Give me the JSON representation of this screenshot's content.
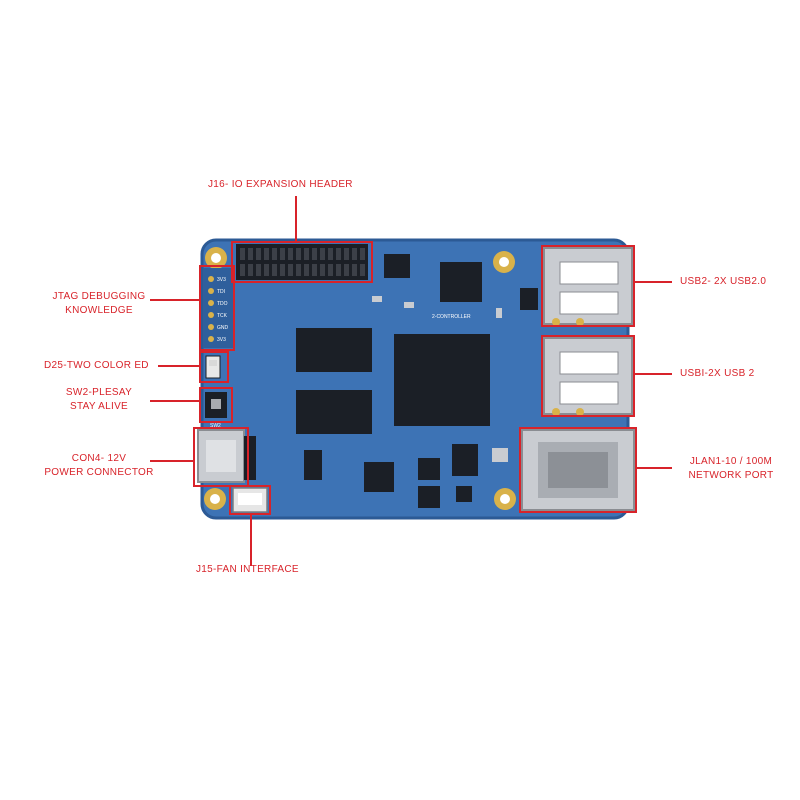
{
  "colors": {
    "callout": "#d8232a",
    "pcb": "#3d73b5",
    "pcb_dark": "#2c5a95",
    "chip": "#1b1f26",
    "metal": "#c9ccd1",
    "gold": "#d9b24a"
  },
  "callouts": {
    "io_header": {
      "line1": "J16- IO EXPANSION HEADER"
    },
    "jtag": {
      "line1": "JTAG DEBUGGING",
      "line2": "KNOWLEDGE"
    },
    "led": {
      "line1": "D25-TWO COLOR ED"
    },
    "switch": {
      "line1": "SW2-PLESAY",
      "line2": "STAY ALIVE"
    },
    "power": {
      "line1": "CON4- 12V",
      "line2": "POWER CONNECTOR"
    },
    "fan": {
      "line1": "J15-FAN INTERFACE"
    },
    "usb2": {
      "line1": "USB2- 2X USB2.0"
    },
    "usb1": {
      "line1": "USBI-2X USB 2"
    },
    "lan": {
      "line1": "JLAN1-10 / 100M",
      "line2": "NETWORK PORT"
    }
  },
  "jtag_pins": [
    "3V3",
    "TDI",
    "TDO",
    "TCK",
    "GND",
    "3V3"
  ],
  "silkscreen": {
    "controller": "2-CONTROLLER",
    "sw_label": "SW2"
  }
}
